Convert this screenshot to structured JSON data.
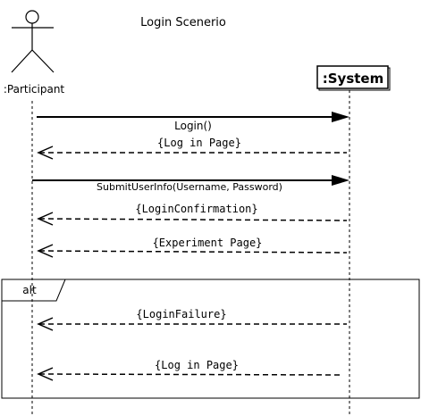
{
  "diagram": {
    "title": "Login Scenerio",
    "participants": [
      {
        "label": ":Participant",
        "kind": "actor"
      },
      {
        "label": ":System",
        "kind": "object"
      }
    ],
    "messages": [
      {
        "label": "Login()",
        "direction": "to-system",
        "style": "solid"
      },
      {
        "label": "{Log in Page}",
        "direction": "to-participant",
        "style": "dashed"
      },
      {
        "label": "SubmitUserInfo(Username, Password)",
        "direction": "to-system",
        "style": "solid"
      },
      {
        "label": "{LoginConfirmation}",
        "direction": "to-participant",
        "style": "dashed"
      },
      {
        "label": "{Experiment Page}",
        "direction": "to-participant",
        "style": "dashed"
      }
    ],
    "fragment": {
      "operator": "alt",
      "messages": [
        {
          "label": "{LoginFailure}",
          "direction": "to-participant",
          "style": "dashed"
        },
        {
          "label": "{Log in Page}",
          "direction": "to-participant",
          "style": "dashed"
        }
      ]
    }
  },
  "colors": {
    "line": "#000000",
    "background": "#ffffff"
  }
}
